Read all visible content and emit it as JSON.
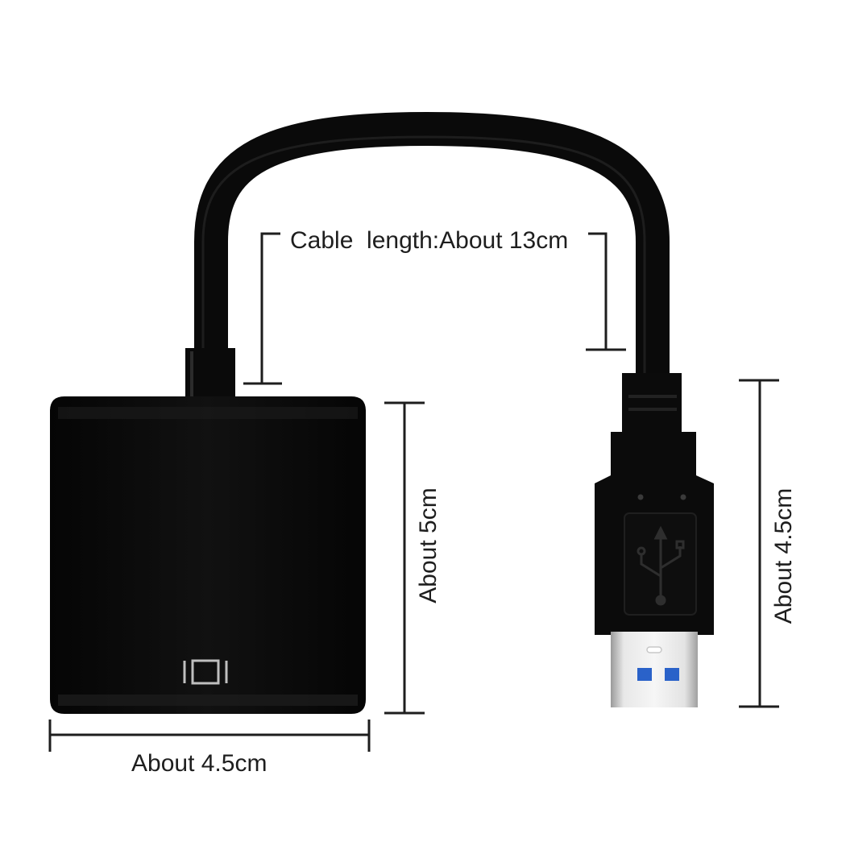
{
  "labels": {
    "cable_length": "Cable  length:About 13cm",
    "adapter_height": "About 5cm",
    "adapter_width": "About 4.5cm",
    "usb_length": "About 4.5cm"
  },
  "colors": {
    "background": "#ffffff",
    "product_black": "#0b0b0b",
    "dimension_line": "#1e1e1e",
    "usb_blue": "#2a62c9",
    "usb_metal": "#d9d9d9"
  },
  "icons": {
    "vga_port": "vga-port-icon",
    "usb_symbol": "usb-trident-icon"
  }
}
